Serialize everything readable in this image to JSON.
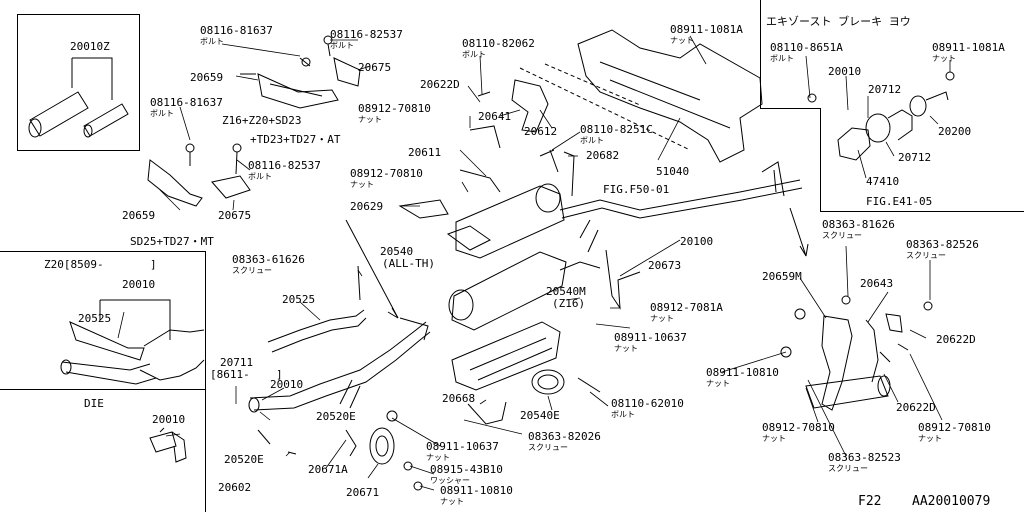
{
  "insets": {
    "top_left_part": "20010Z",
    "sd25": "SD25+TD27・MT",
    "z20": "Z20[8509-",
    "z20_close": "]",
    "die": "DIE",
    "exhaust_brake": "エキゾースト ブレーキ ヨウ"
  },
  "notes": {
    "z16": "Z16+Z20+SD23",
    "td23": "+TD23+TD27・AT",
    "fig_f50": "FIG.F50-01",
    "fig_e41": "FIG.E41-05",
    "footer_code": "F22",
    "footer_id": "AA20010079"
  },
  "callouts": [
    {
      "text": "20010Z"
    },
    {
      "text": "08116-81637",
      "sub": "ボルト"
    },
    {
      "text": "08116-82537",
      "sub": "ボルト"
    },
    {
      "text": "20659"
    },
    {
      "text": "20675"
    },
    {
      "text": "08116-81637",
      "sub": "ボルト"
    },
    {
      "text": "08116-82537",
      "sub": "ボルト"
    },
    {
      "text": "20659"
    },
    {
      "text": "20675"
    },
    {
      "text": "08110-82062",
      "sub": "ボルト"
    },
    {
      "text": "20622D"
    },
    {
      "text": "08912-70810",
      "sub": "ナット"
    },
    {
      "text": "20641"
    },
    {
      "text": "20612"
    },
    {
      "text": "08110-8251C",
      "sub": "ボルト"
    },
    {
      "text": "20611"
    },
    {
      "text": "08912-70810",
      "sub": "ナット"
    },
    {
      "text": "20682"
    },
    {
      "text": "20629"
    },
    {
      "text": "51040"
    },
    {
      "text": "08911-1081A",
      "sub": "ナット"
    },
    {
      "text": "08110-8651A",
      "sub": "ボルト"
    },
    {
      "text": "08911-1081A",
      "sub": "ナット"
    },
    {
      "text": "20010"
    },
    {
      "text": "20712"
    },
    {
      "text": "20200"
    },
    {
      "text": "20712"
    },
    {
      "text": "47410"
    },
    {
      "text": "20540"
    },
    {
      "text": "(ALL-TH)"
    },
    {
      "text": "20100"
    },
    {
      "text": "08363-61626",
      "sub": "スクリュー"
    },
    {
      "text": "20673"
    },
    {
      "text": "20540M"
    },
    {
      "text": "(Z16)"
    },
    {
      "text": "08912-7081A",
      "sub": "ナット"
    },
    {
      "text": "08911-10637",
      "sub": "ナット"
    },
    {
      "text": "20525"
    },
    {
      "text": "20010"
    },
    {
      "text": "20525"
    },
    {
      "text": "20711"
    },
    {
      "text": "[8611-"
    },
    {
      "text": "]"
    },
    {
      "text": "20010"
    },
    {
      "text": "20520E"
    },
    {
      "text": "20668"
    },
    {
      "text": "20540E"
    },
    {
      "text": "08110-62010",
      "sub": "ボルト"
    },
    {
      "text": "20010"
    },
    {
      "text": "20520E"
    },
    {
      "text": "08911-10637",
      "sub": "ナット"
    },
    {
      "text": "08363-82026",
      "sub": "スクリュー"
    },
    {
      "text": "20602"
    },
    {
      "text": "20671A"
    },
    {
      "text": "20671"
    },
    {
      "text": "08915-43B10",
      "sub": "ワッシャー"
    },
    {
      "text": "08911-10810",
      "sub": "ナット"
    },
    {
      "text": "08363-81626",
      "sub": "スクリュー"
    },
    {
      "text": "08363-82526",
      "sub": "スクリュー"
    },
    {
      "text": "20659M"
    },
    {
      "text": "20643"
    },
    {
      "text": "20622D"
    },
    {
      "text": "08911-10810",
      "sub": "ナット"
    },
    {
      "text": "20622D"
    },
    {
      "text": "08912-70810",
      "sub": "ナット"
    },
    {
      "text": "08912-70810",
      "sub": "ナット"
    },
    {
      "text": "08363-82523",
      "sub": "スクリュー"
    }
  ]
}
